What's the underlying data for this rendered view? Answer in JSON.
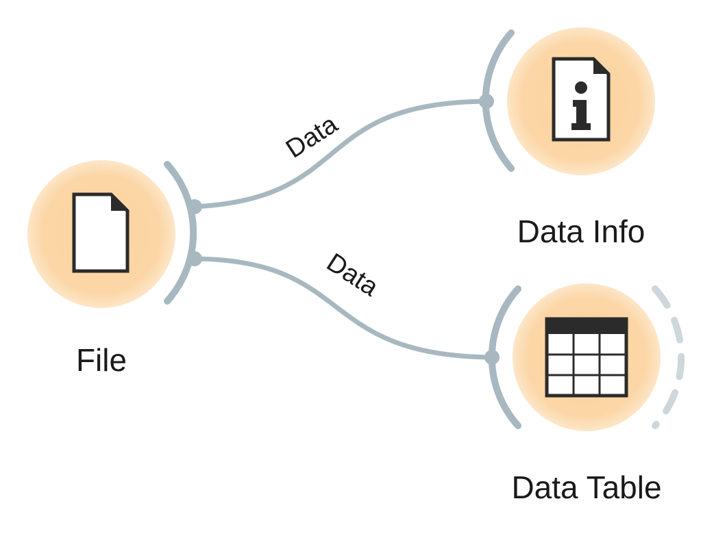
{
  "canvas": {
    "background": "#ffffff",
    "node_fill": "#fcd6a6",
    "node_glow": "#fde3c2",
    "link_color": "#a8b8c0",
    "icon_color": "#2b2b2b"
  },
  "nodes": {
    "file": {
      "label": "File",
      "icon": "file-icon"
    },
    "data_info": {
      "label": "Data Info",
      "icon": "info-document-icon"
    },
    "data_table": {
      "label": "Data Table",
      "icon": "table-icon"
    }
  },
  "links": {
    "file_to_info": {
      "label": "Data"
    },
    "file_to_table": {
      "label": "Data"
    }
  }
}
